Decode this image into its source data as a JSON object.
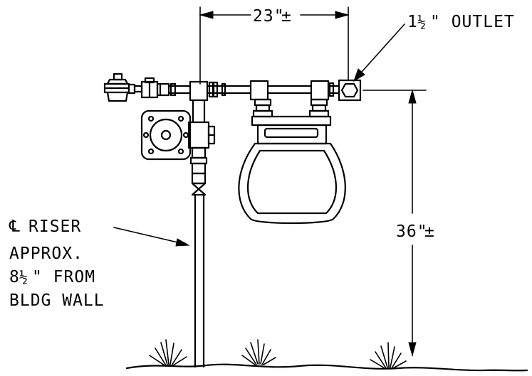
{
  "labels": {
    "width_dim_main": "23\"",
    "width_dim_tol": "±",
    "outlet_whole": "1",
    "outlet_frac": "½",
    "outlet_rest": "\" OUTLET",
    "height_dim_main": "36\"",
    "height_dim_tol": "±",
    "riser_line1_symbol": "℄",
    "riser_line1_text": "RISER",
    "riser_line2": "APPROX.",
    "riser_line3_whole": "8",
    "riser_line3_frac": "½",
    "riser_line3_rest": "\" FROM",
    "riser_line4": "BLDG WALL"
  }
}
